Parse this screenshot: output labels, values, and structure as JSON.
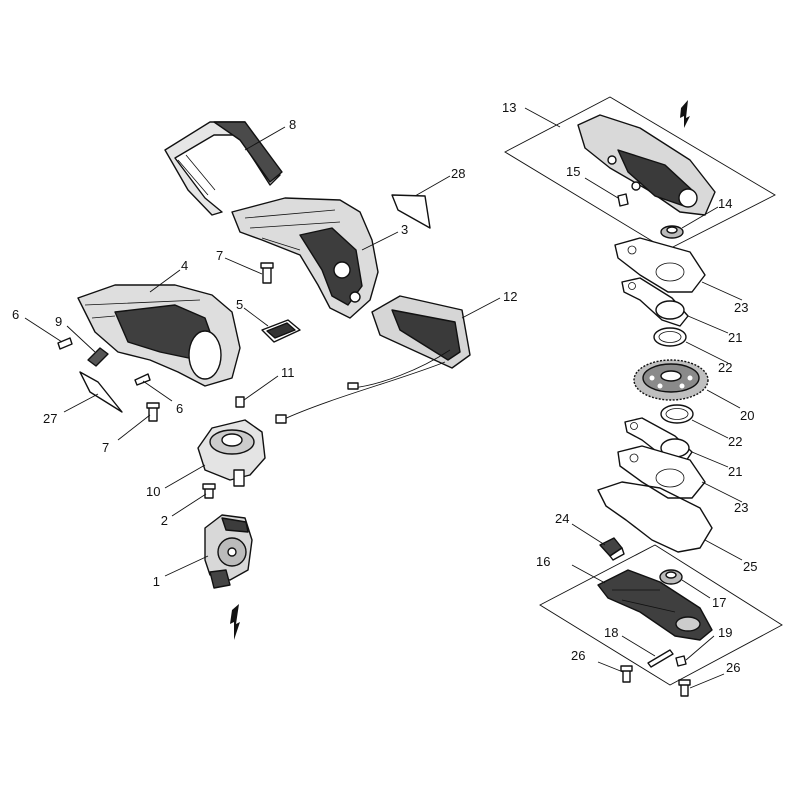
{
  "diagram": {
    "callouts": {
      "c1": "1",
      "c2": "2",
      "c3": "3",
      "c4": "4",
      "c5": "5",
      "c6a": "6",
      "c6b": "6",
      "c7a": "7",
      "c7b": "7",
      "c8": "8",
      "c9": "9",
      "c10": "10",
      "c11": "11",
      "c12": "12",
      "c13": "13",
      "c14": "14",
      "c15": "15",
      "c16": "16",
      "c17": "17",
      "c18": "18",
      "c19": "19",
      "c20": "20",
      "c21a": "21",
      "c21b": "21",
      "c22a": "22",
      "c22b": "22",
      "c23a": "23",
      "c23b": "23",
      "c24": "24",
      "c25": "25",
      "c26a": "26",
      "c26b": "26",
      "c27": "27",
      "c28": "28"
    }
  }
}
